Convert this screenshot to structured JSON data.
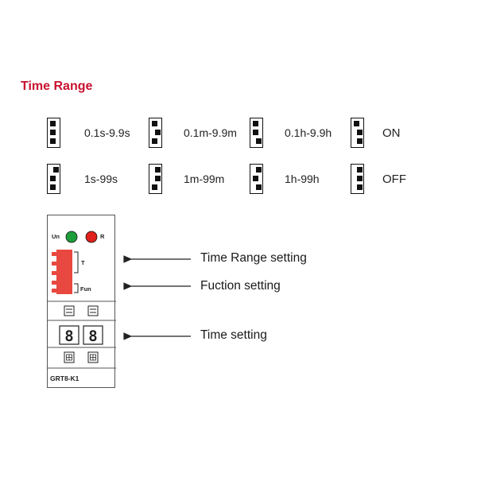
{
  "title": "Time Range",
  "ranges": [
    {
      "label": "0.1s-9.9s"
    },
    {
      "label": "0.1m-9.9m"
    },
    {
      "label": "0.1h-9.9h"
    },
    {
      "label": "ON"
    },
    {
      "label": "1s-99s"
    },
    {
      "label": "1m-99m"
    },
    {
      "label": "1h-99h"
    },
    {
      "label": "OFF"
    }
  ],
  "device": {
    "un_label": "Un",
    "r_label": "R",
    "t_label": "T",
    "fun_label": "Fun",
    "digit_left": "8",
    "digit_right": "8",
    "model": "GRT8-K1",
    "led_un_color": "#1e9e3a",
    "led_r_color": "#e0201c",
    "switch_color": "#e8483f"
  },
  "annotations": {
    "time_range_setting": "Time Range setting",
    "function_setting": "Fuction setting",
    "time_setting": "Time setting"
  },
  "colors": {
    "title": "#c8102e"
  }
}
